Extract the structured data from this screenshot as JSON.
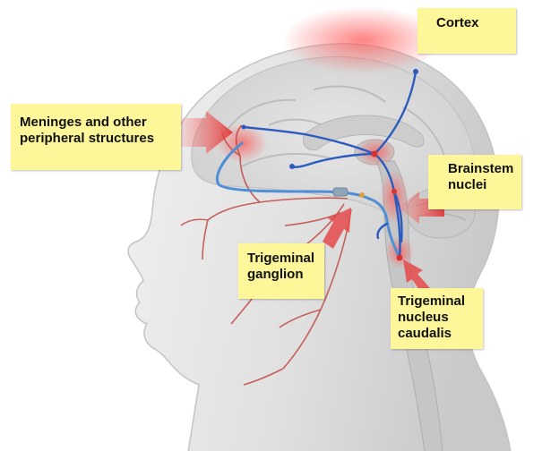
{
  "labels": {
    "cortex": [
      "Cortex"
    ],
    "meninges": [
      "Meninges and other",
      "peripheral structures"
    ],
    "brainstem": [
      "Brainstem",
      "nuclei"
    ],
    "ganglion": [
      "Trigeminal",
      "ganglion"
    ],
    "caudalis": [
      "Trigeminal",
      "nucleus",
      "caudalis"
    ]
  },
  "colors": {
    "label_fill": "#fdf79a",
    "pathway_blue": "#2b5bbf",
    "pathway_light_blue": "#4f8fd6",
    "nerve_red": "#c0403a",
    "highlight_red": "#ff4a4a",
    "head_gray": "#dcdcdc"
  }
}
